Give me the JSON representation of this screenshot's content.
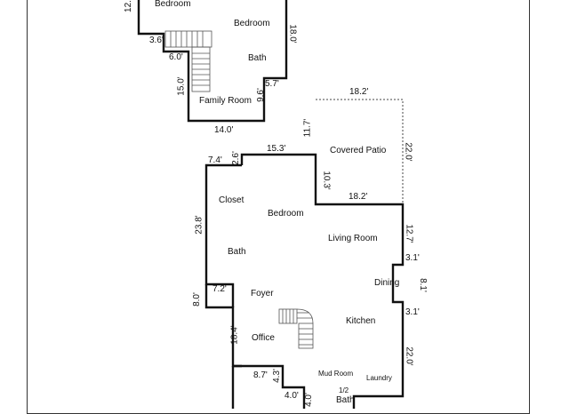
{
  "upper_floor": {
    "rooms": {
      "bedroom_left": "Bedroom",
      "bedroom_right": "Bedroom",
      "bath": "Bath",
      "family_room": "Family Room"
    },
    "dims": {
      "left_top": "12.",
      "stair_h": "3.6'",
      "stair_w": "6.0'",
      "family_left": "15.0'",
      "right_wall": "18.0'",
      "jog_w": "5.7'",
      "jog_h": "9.6'",
      "bottom": "14.0'"
    }
  },
  "lower_floor": {
    "rooms": {
      "covered_patio": "Covered Patio",
      "closet": "Closet",
      "bedroom": "Bedroom",
      "living_room": "Living Room",
      "bath": "Bath",
      "dining": "Dining",
      "foyer": "Foyer",
      "kitchen": "Kitchen",
      "office": "Office",
      "mud_room": "Mud Room",
      "laundry": "Laundry",
      "half_bath_num": "1/2",
      "half_bath": "Bath"
    },
    "dims": {
      "patio_top": "18.2'",
      "patio_left": "11.7'",
      "patio_right": "22.0'",
      "patio_inner": "10.3'",
      "patio_bottom": "18.2'",
      "top_wall": "15.3'",
      "top_left": "7.4'",
      "top_notch": "2.6'",
      "left_wall": "23.8'",
      "right_upper": "12.7'",
      "dining_jog_top": "3.1'",
      "dining_wall": "8.1'",
      "dining_jog_bottom": "3.1'",
      "left_lower": "8.0'",
      "foyer_top": "7.2'",
      "office_left": "18.4'",
      "right_lower": "22.0'",
      "bottom_left": "8.7'",
      "bottom_notch": "4.3'",
      "bath_w": "4.0'",
      "bath_h": "4.0'"
    }
  }
}
